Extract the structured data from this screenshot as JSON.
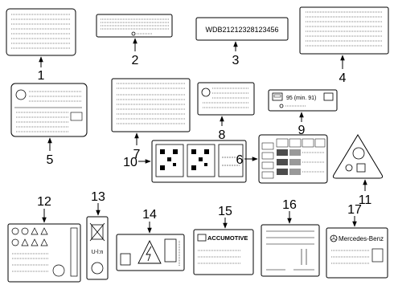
{
  "callouts": [
    "1",
    "2",
    "3",
    "4",
    "5",
    "6",
    "7",
    "8",
    "9",
    "10",
    "11",
    "12",
    "13",
    "14",
    "15",
    "16",
    "17"
  ],
  "label3": {
    "vin": "WDB21212328123456"
  },
  "label9": {
    "octane": "95 (min. 91)"
  },
  "label13": {
    "code": "U-l:n"
  },
  "label15": {
    "brand": "ACCUMOTIVE"
  },
  "label17": {
    "brand": "Mercedes-Benz"
  }
}
